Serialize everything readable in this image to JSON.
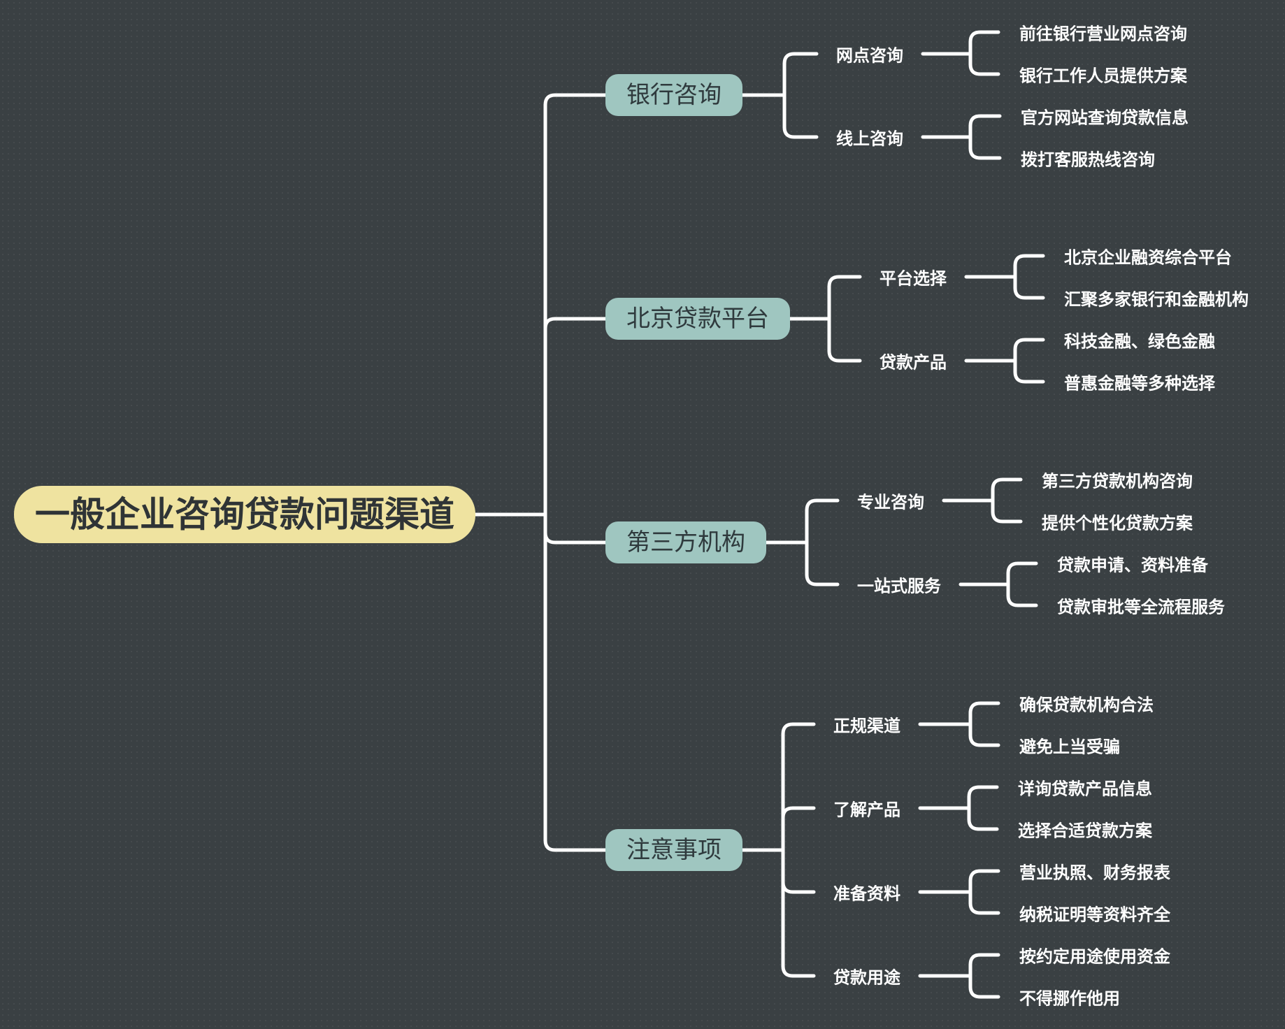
{
  "root": {
    "label": "一般企业咨询贷款问题渠道"
  },
  "branches": [
    {
      "label": "银行咨询",
      "children": [
        {
          "label": "网点咨询",
          "children": [
            "前往银行营业网点咨询",
            "银行工作人员提供方案"
          ]
        },
        {
          "label": "线上咨询",
          "children": [
            "官方网站查询贷款信息",
            "拨打客服热线咨询"
          ]
        }
      ]
    },
    {
      "label": "北京贷款平台",
      "children": [
        {
          "label": "平台选择",
          "children": [
            "北京企业融资综合平台",
            "汇聚多家银行和金融机构"
          ]
        },
        {
          "label": "贷款产品",
          "children": [
            "科技金融、绿色金融",
            "普惠金融等多种选择"
          ]
        }
      ]
    },
    {
      "label": "第三方机构",
      "children": [
        {
          "label": "专业咨询",
          "children": [
            "第三方贷款机构咨询",
            "提供个性化贷款方案"
          ]
        },
        {
          "label": "一站式服务",
          "children": [
            "贷款申请、资料准备",
            "贷款审批等全流程服务"
          ]
        }
      ]
    },
    {
      "label": "注意事项",
      "children": [
        {
          "label": "正规渠道",
          "children": [
            "确保贷款机构合法",
            "避免上当受骗"
          ]
        },
        {
          "label": "了解产品",
          "children": [
            "详询贷款产品信息",
            "选择合适贷款方案"
          ]
        },
        {
          "label": "准备资料",
          "children": [
            "营业执照、财务报表",
            "纳税证明等资料齐全"
          ]
        },
        {
          "label": "贷款用途",
          "children": [
            "按约定用途使用资金",
            "不得挪作他用"
          ]
        }
      ]
    }
  ],
  "colors": {
    "background": "#3a4043",
    "root_fill": "#efe3a0",
    "branch_fill": "#9fc6c0",
    "line": "#ffffff"
  }
}
